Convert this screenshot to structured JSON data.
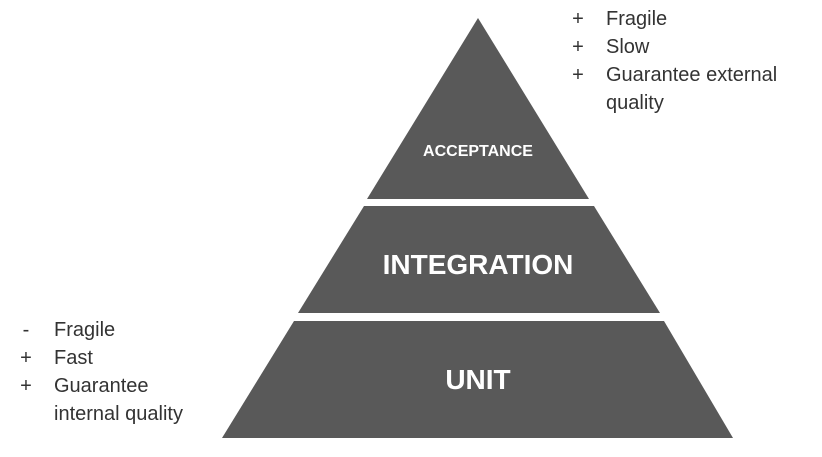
{
  "diagram": {
    "fill_color": "#595959",
    "label_color": "#ffffff",
    "text_color": "#333333",
    "layers": [
      {
        "id": "acceptance",
        "label": "ACCEPTANCE"
      },
      {
        "id": "integration",
        "label": "INTEGRATION"
      },
      {
        "id": "unit",
        "label": "UNIT"
      }
    ]
  },
  "top_notes": [
    {
      "marker": "+",
      "text": "Fragile"
    },
    {
      "marker": "+",
      "text": "Slow"
    },
    {
      "marker": "+",
      "text": "Guarantee external quality"
    }
  ],
  "bottom_notes": [
    {
      "marker": "-",
      "text": "Fragile"
    },
    {
      "marker": "+",
      "text": "Fast"
    },
    {
      "marker": "+",
      "text": "Guarantee internal quality"
    }
  ]
}
